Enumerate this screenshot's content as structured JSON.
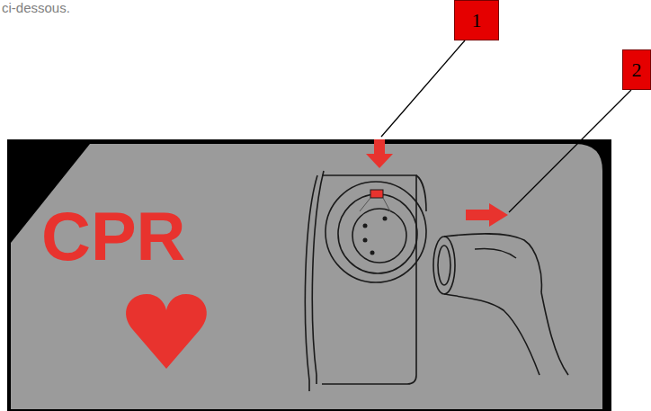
{
  "diagram": {
    "nodes": [
      {
        "text": [
          "1"
        ]
      },
      {
        "text": [
          "2"
        ]
      },
      {
        "text": [
          "CPR"
        ]
      }
    ],
    "labels": [
      "ci-dessous."
    ]
  }
}
